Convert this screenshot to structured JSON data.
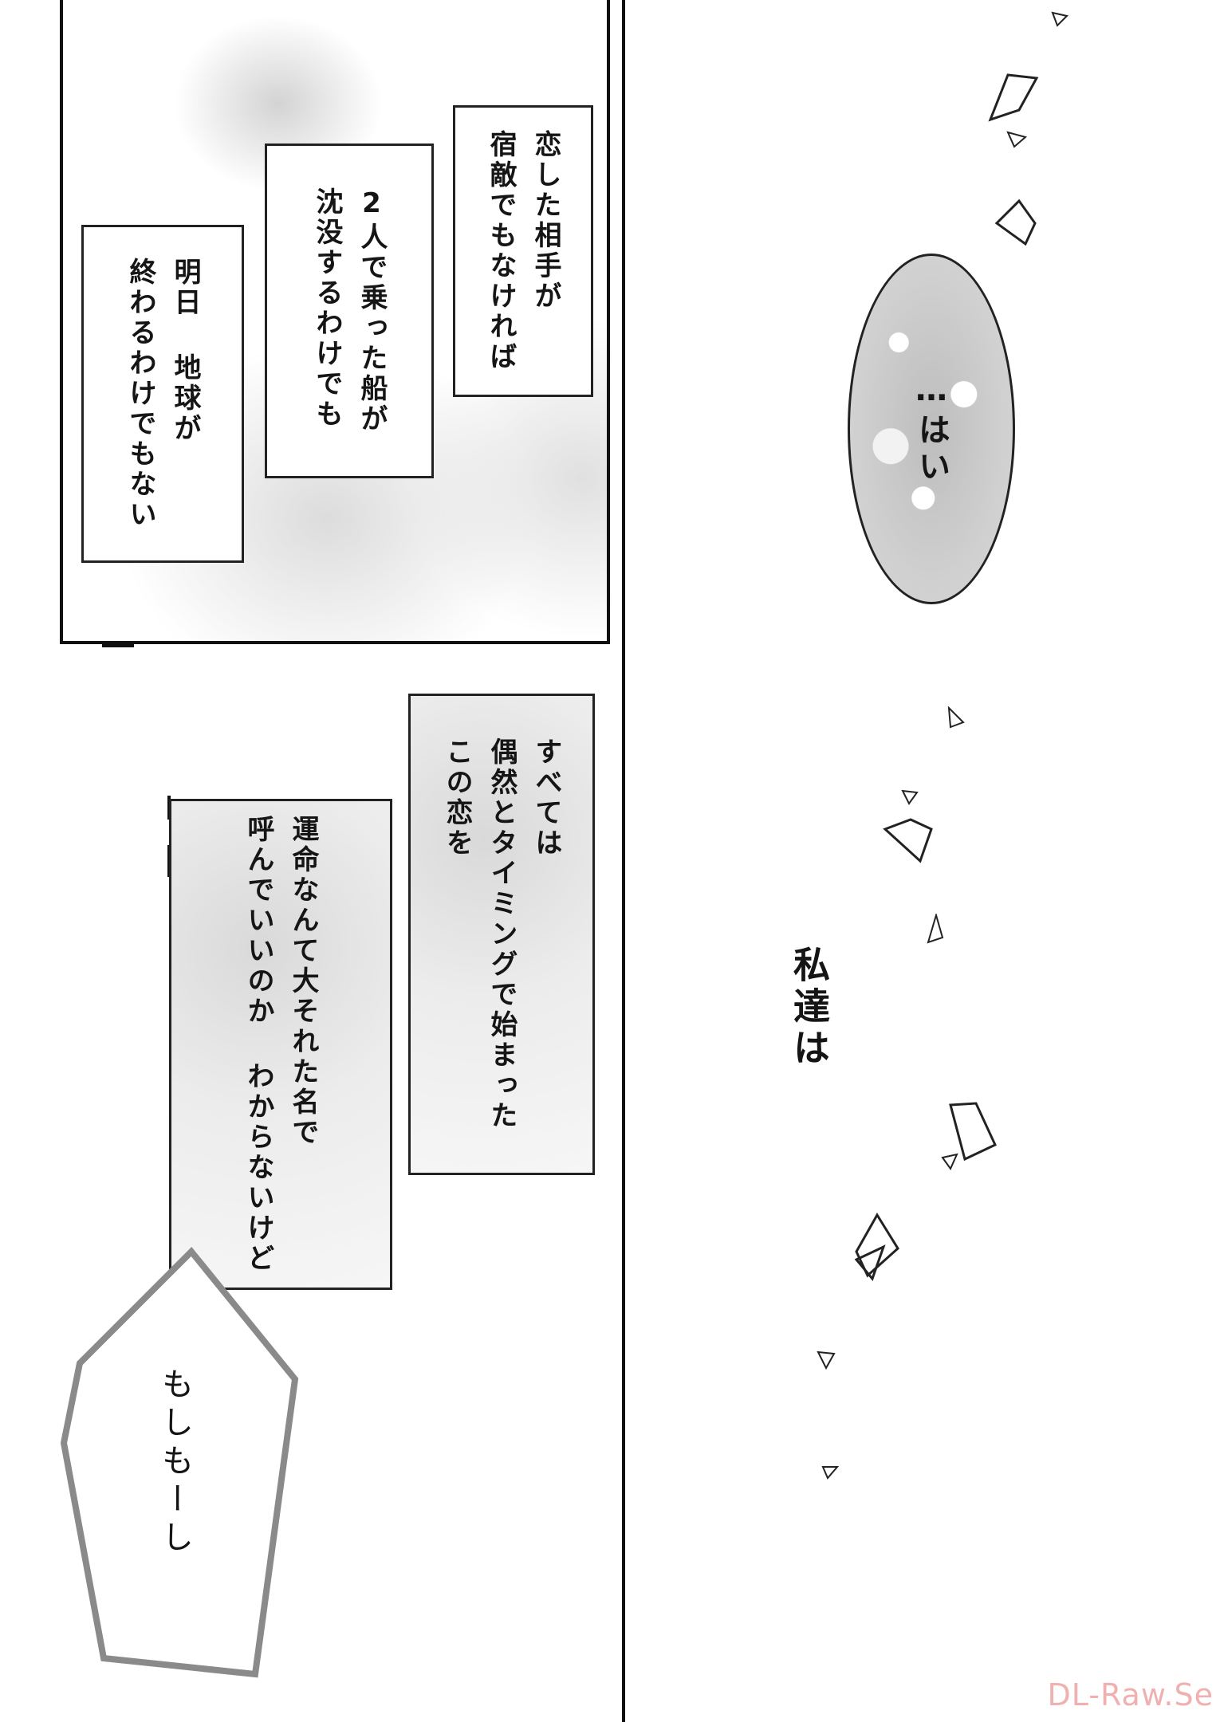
{
  "captions": {
    "top_1": "恋した相手が\n宿敵でもなければ",
    "top_2": "2人で乗った船が\n沈没するわけでも",
    "top_3": "明日 地球が\n終わるわけでもない",
    "mid_1": "すべては\n偶然とタイミングで始まった\nこの恋を",
    "mid_2": "運命なんて大それた名で\n呼んでいいのか わからないけど"
  },
  "speech": {
    "oval": "…はい",
    "phone": "もしもーし",
    "narration": "私達は"
  },
  "watermark": "DL-Raw.Se"
}
